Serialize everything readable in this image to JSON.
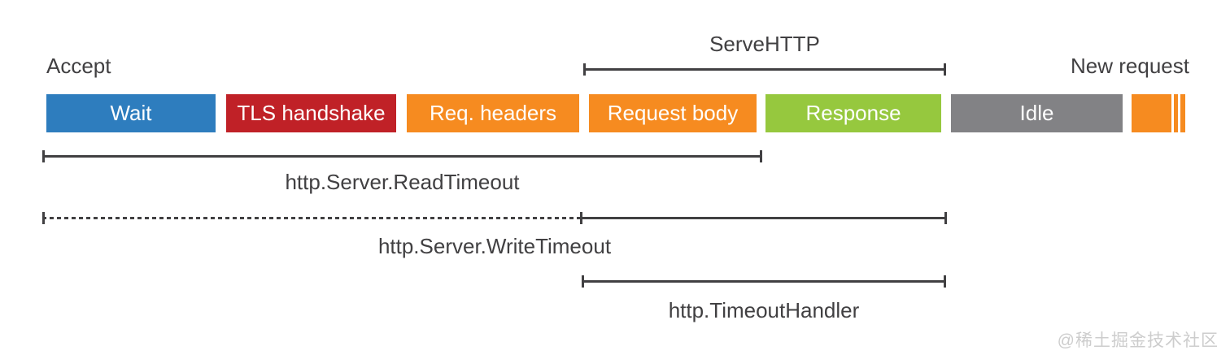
{
  "top_labels": {
    "accept": "Accept",
    "serve_http": "ServeHTTP",
    "new_request": "New request"
  },
  "timeline": {
    "segments": [
      {
        "label": "Wait",
        "color": "#2e7dbe"
      },
      {
        "label": "TLS handshake",
        "color": "#c02127"
      },
      {
        "label": "Req. headers",
        "color": "#f68b20"
      },
      {
        "label": "Request body",
        "color": "#f68b20"
      },
      {
        "label": "Response",
        "color": "#96c83e"
      },
      {
        "label": "Idle",
        "color": "#828285"
      },
      {
        "label": "",
        "color": "#f68b20",
        "truncated": true
      }
    ]
  },
  "timeouts": {
    "read_timeout": {
      "label": "http.Server.ReadTimeout"
    },
    "write_timeout": {
      "label": "http.Server.WriteTimeout"
    },
    "timeout_handler": {
      "label": "http.TimeoutHandler"
    }
  },
  "watermark": "@稀土掘金技术社区",
  "colors": {
    "line": "#414042",
    "text": "#414042",
    "watermark_text": "#cdcdcd"
  }
}
